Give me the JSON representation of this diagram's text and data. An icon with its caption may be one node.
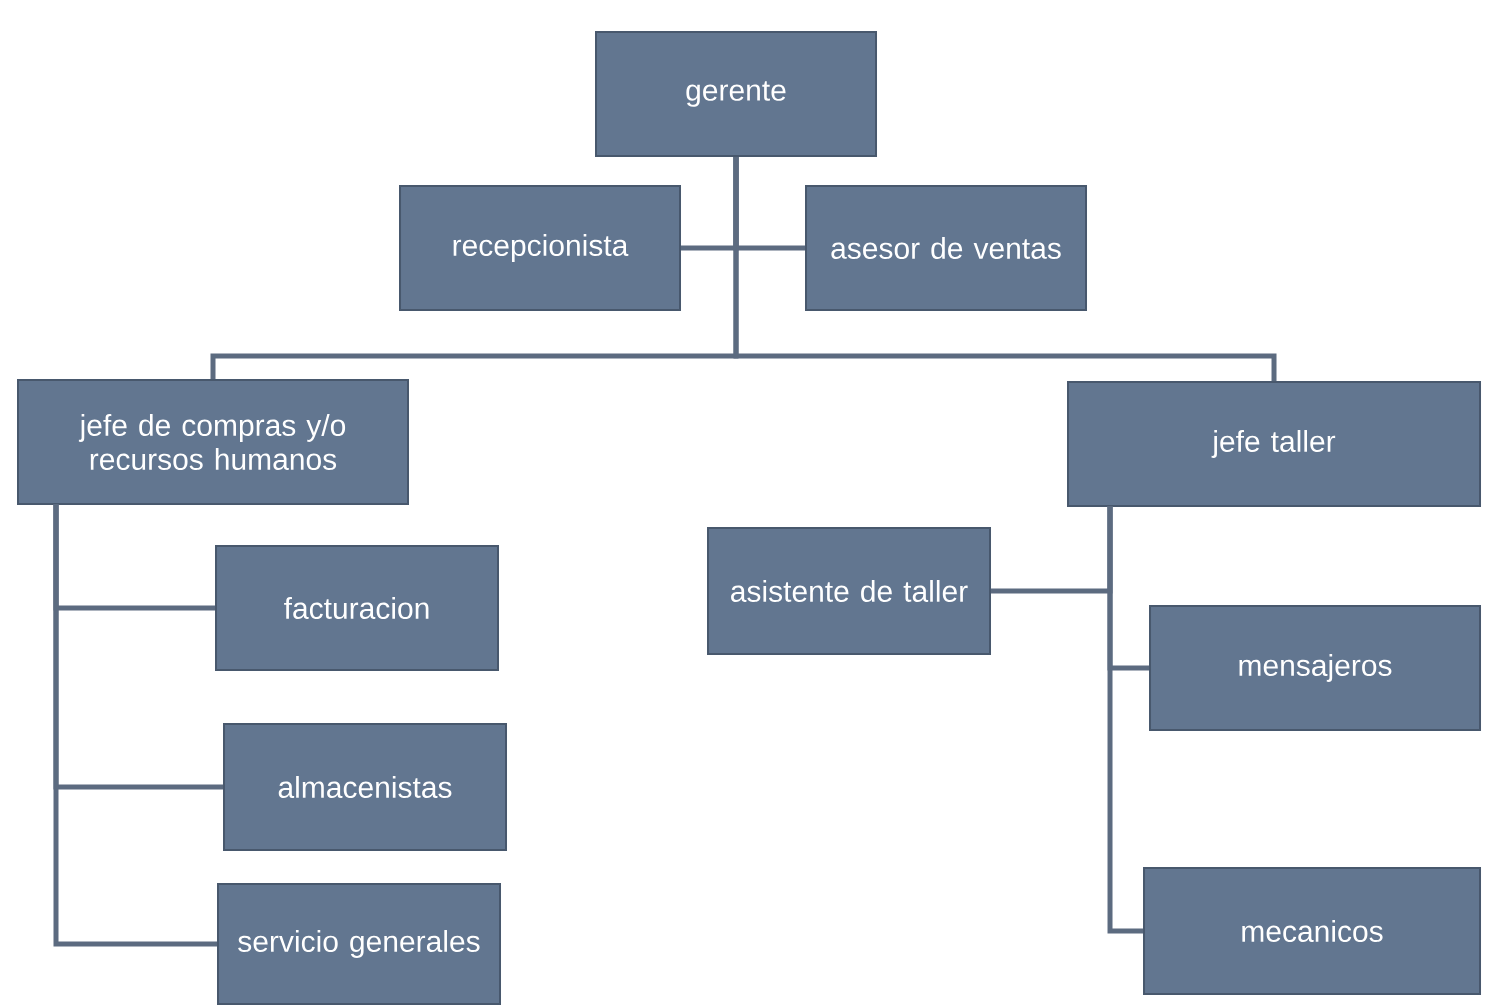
{
  "diagram": {
    "nodes": [
      {
        "text": [
          "gerente"
        ]
      },
      {
        "text": [
          "recepcionista"
        ]
      },
      {
        "text": [
          "asesor de ventas"
        ]
      },
      {
        "text": [
          "jefe de compras y/o recursos humanos"
        ]
      },
      {
        "text": [
          "jefe taller"
        ]
      },
      {
        "text": [
          "asistente de taller"
        ]
      },
      {
        "text": [
          "facturacion"
        ]
      },
      {
        "text": [
          "mensajeros"
        ]
      },
      {
        "text": [
          "almacenistas"
        ]
      },
      {
        "text": [
          "mecanicos"
        ]
      },
      {
        "text": [
          "servicio generales"
        ]
      }
    ],
    "edges": [
      {
        "from": 0,
        "to": 1,
        "arrow": "none"
      },
      {
        "from": 0,
        "to": 2,
        "arrow": "none"
      },
      {
        "from": 0,
        "to": 3,
        "arrow": "none"
      },
      {
        "from": 0,
        "to": 4,
        "arrow": "none"
      },
      {
        "from": 3,
        "to": 6,
        "arrow": "none"
      },
      {
        "from": 3,
        "to": 8,
        "arrow": "none"
      },
      {
        "from": 3,
        "to": 10,
        "arrow": "none"
      },
      {
        "from": 4,
        "to": 5,
        "arrow": "none"
      },
      {
        "from": 4,
        "to": 7,
        "arrow": "none"
      },
      {
        "from": 4,
        "to": 9,
        "arrow": "none"
      }
    ]
  }
}
